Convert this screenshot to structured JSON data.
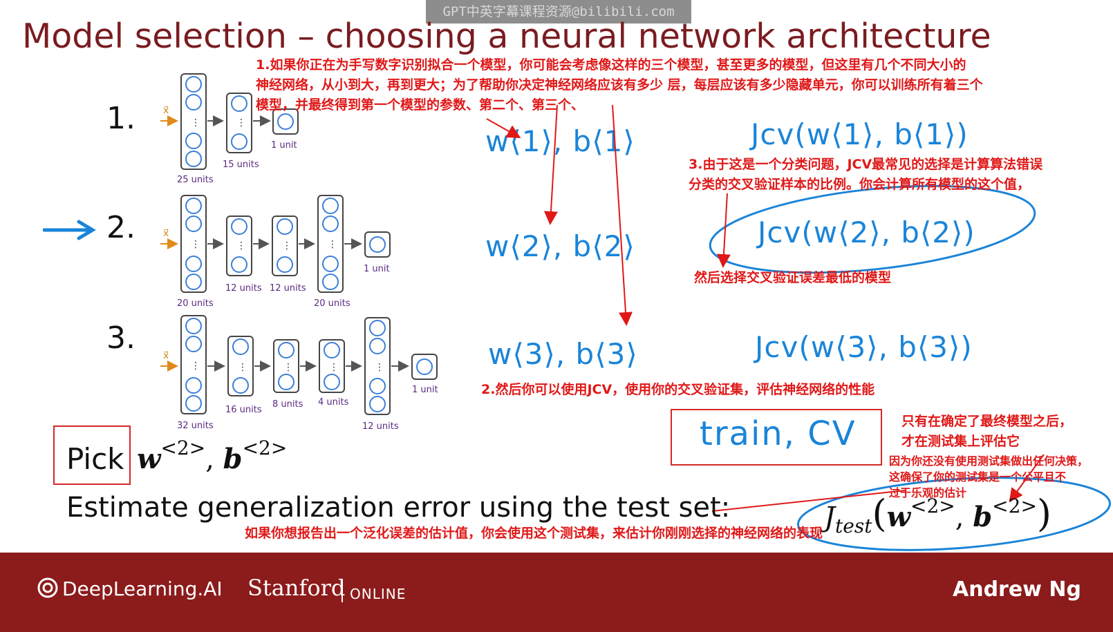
{
  "watermark": "GPT中英字幕课程资源@bilibili.com",
  "title": "Model selection – choosing a neural network architecture",
  "networks": [
    {
      "number": "1.",
      "input": "x⃗",
      "layers": [
        "25 units",
        "15 units",
        "1 unit"
      ]
    },
    {
      "number": "2.",
      "input": "x⃗",
      "layers": [
        "20 units",
        "12 units",
        "12 units",
        "20 units",
        "1 unit"
      ]
    },
    {
      "number": "3.",
      "input": "x⃗",
      "layers": [
        "32 units",
        "16 units",
        "8 units",
        "4 units",
        "12 units",
        "1 unit"
      ]
    }
  ],
  "handwriting": {
    "params": [
      "w⟨1⟩, b⟨1⟩",
      "w⟨2⟩, b⟨2⟩",
      "w⟨3⟩, b⟨3⟩"
    ],
    "jcv": [
      "Jcv(w⟨1⟩, b⟨1⟩)",
      "Jcv(w⟨2⟩, b⟨2⟩)",
      "Jcv(w⟨3⟩, b⟨3⟩)"
    ],
    "train_cv": "train, CV"
  },
  "annotations": {
    "a1_line1": "1.如果你正在为手写数字识别拟合一个模型，你可能会考虑像这样的三个模型，甚至更多的模型，但这里有几个不同大小的",
    "a1_line2": "神经网络，从小到大，再到更大；为了帮助你决定神经网络应该有多少 层，每层应该有多少隐藏单元，你可以训练所有着三个",
    "a1_line3": "模型，并最终得到第一个模型的参数、第二个、第三个、",
    "a2": "2.然后你可以使用JCV，使用你的交叉验证集，评估神经网络的性能",
    "a3_line1": "3.由于这是一个分类问题，JCV最常见的选择是计算算法错误",
    "a3_line2": "分类的交叉验证样本的比例。你会计算所有模型的这个值，",
    "a4": "然后选择交叉验证误差最低的模型",
    "a5_line1": "只有在确定了最终模型之后，",
    "a5_line2": "才在测试集上评估它",
    "a6_line1": "因为你还没有使用测试集做出任何决策，",
    "a6_line2": "这确保了你的测试集是一个公平且不",
    "a6_line3": "过于乐观的估计",
    "a7": "如果你想报告出一个泛化误差的估计值，你会使用这个测试集，来估计你刚刚选择的神经网络的表现"
  },
  "pick": {
    "word": "Pick",
    "w": "w",
    "b": "b",
    "sup": "<2>"
  },
  "estimate": {
    "text": "Estimate generalization error using the test set:",
    "J": "J",
    "sub": "test",
    "w": "w",
    "b": "b",
    "sup": "<2>"
  },
  "footer": {
    "brand": "DeepLearning.AI",
    "stanford": "Stanford",
    "online": "ONLINE",
    "author": "Andrew Ng"
  },
  "colors": {
    "title": "#7a1c20",
    "annotation": "#e01818",
    "handwriting": "#1a84d8",
    "footer": "#8c1b1b",
    "units": "#5a2a80"
  }
}
